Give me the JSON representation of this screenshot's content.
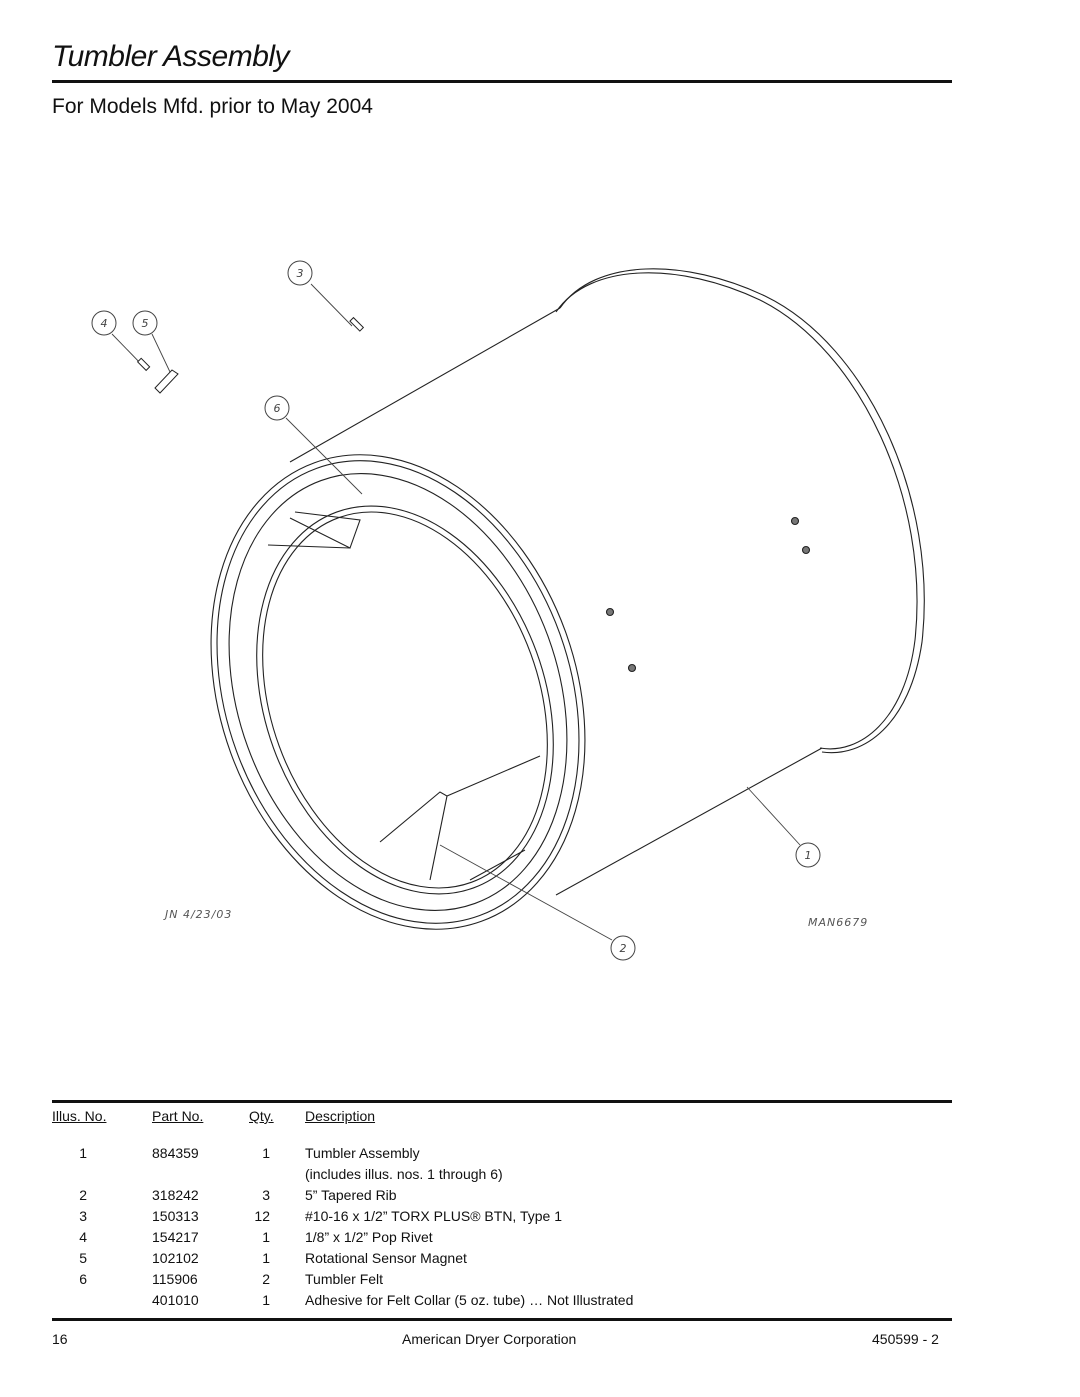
{
  "header": {
    "title": "Tumbler Assembly",
    "subtitle": "For Models Mfd. prior to May 2004"
  },
  "figure": {
    "callouts": [
      "1",
      "2",
      "3",
      "4",
      "5",
      "6"
    ],
    "drawn_by": "JN 4/23/03",
    "drawing_id": "MAN6679"
  },
  "parts_table": {
    "headers": {
      "illus": "Illus. No.",
      "part": "Part No.",
      "qty": "Qty.",
      "desc": "Description"
    },
    "rows": [
      {
        "illus": "1",
        "part": "884359",
        "qty": "1",
        "desc": "Tumbler Assembly"
      },
      {
        "illus": "",
        "part": "",
        "qty": "",
        "desc": "(includes illus. nos. 1 through 6)"
      },
      {
        "illus": "2",
        "part": "318242",
        "qty": "3",
        "desc": "5” Tapered Rib"
      },
      {
        "illus": "3",
        "part": "150313",
        "qty": "12",
        "desc": "#10-16 x 1/2” TORX PLUS® BTN, Type 1"
      },
      {
        "illus": "4",
        "part": "154217",
        "qty": "1",
        "desc": "1/8” x 1/2” Pop Rivet"
      },
      {
        "illus": "5",
        "part": "102102",
        "qty": "1",
        "desc": "Rotational Sensor Magnet"
      },
      {
        "illus": "6",
        "part": "115906",
        "qty": "2",
        "desc": "Tumbler Felt"
      },
      {
        "illus": "",
        "part": "401010",
        "qty": "1",
        "desc": "Adhesive for Felt Collar (5 oz. tube) … Not Illustrated"
      }
    ]
  },
  "footer": {
    "page_number": "16",
    "company": "American Dryer Corporation",
    "doc_number": "450599 - 2"
  }
}
